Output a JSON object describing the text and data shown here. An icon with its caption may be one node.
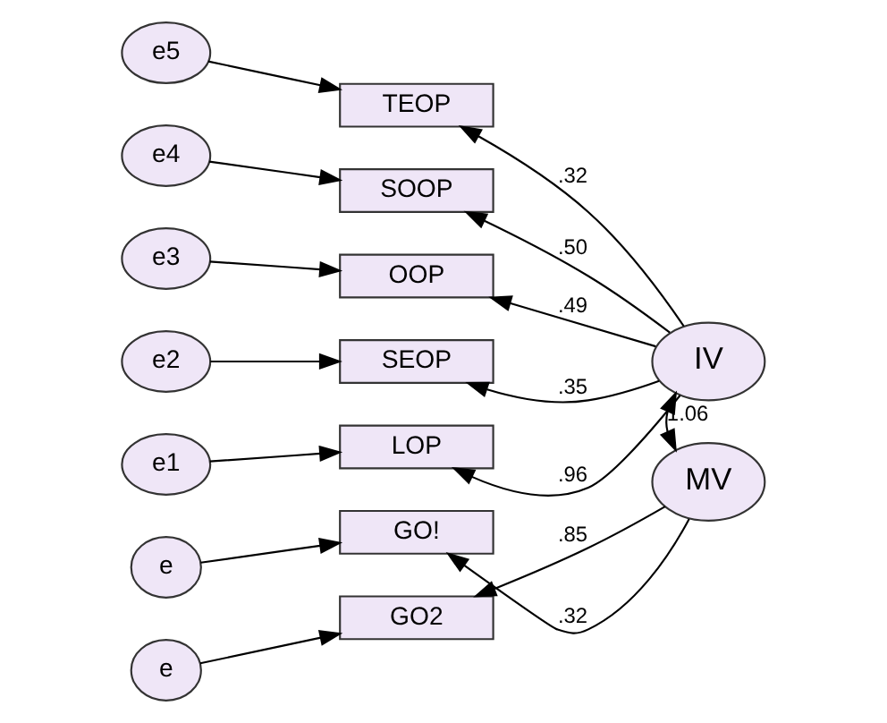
{
  "diagram": {
    "nodes": [
      {
        "text": [
          "e5"
        ]
      },
      {
        "text": [
          "e4"
        ]
      },
      {
        "text": [
          "e3"
        ]
      },
      {
        "text": [
          "e2"
        ]
      },
      {
        "text": [
          "e1"
        ]
      },
      {
        "text": [
          "TEOP"
        ]
      },
      {
        "text": [
          "SOOP"
        ]
      },
      {
        "text": [
          "OOP"
        ]
      },
      {
        "text": [
          "SEOP"
        ]
      },
      {
        "text": [
          "LOP"
        ]
      },
      {
        "text": [
          "IV"
        ]
      },
      {
        "text": [
          "e"
        ]
      },
      {
        "text": [
          "e"
        ]
      },
      {
        "text": [
          "GO!"
        ]
      },
      {
        "text": [
          "GO2"
        ]
      },
      {
        "text": [
          "MV"
        ]
      }
    ],
    "edges": [
      {
        "from": 0,
        "to": 5,
        "arrow": "to"
      },
      {
        "from": 1,
        "to": 6,
        "arrow": "to"
      },
      {
        "from": 2,
        "to": 7,
        "arrow": "to"
      },
      {
        "from": 3,
        "to": 8,
        "arrow": "to"
      },
      {
        "from": 4,
        "to": 9,
        "arrow": "to"
      },
      {
        "from": 10,
        "to": 5,
        "arrow": "to",
        "label": ".32"
      },
      {
        "from": 10,
        "to": 6,
        "arrow": "to",
        "label": ".50"
      },
      {
        "from": 10,
        "to": 7,
        "arrow": "to",
        "label": ".49"
      },
      {
        "from": 10,
        "to": 8,
        "arrow": "to",
        "label": ".35"
      },
      {
        "from": 10,
        "to": 9,
        "arrow": "to",
        "label": ".96"
      },
      {
        "from": 10,
        "to": 15,
        "arrow": "both",
        "label": "1.06"
      },
      {
        "from": 11,
        "to": 13,
        "arrow": "to"
      },
      {
        "from": 12,
        "to": 14,
        "arrow": "to"
      },
      {
        "from": 15,
        "to": 13,
        "arrow": "to",
        "label": ".32"
      },
      {
        "from": 15,
        "to": 14,
        "arrow": "to",
        "label": ".85"
      }
    ]
  }
}
